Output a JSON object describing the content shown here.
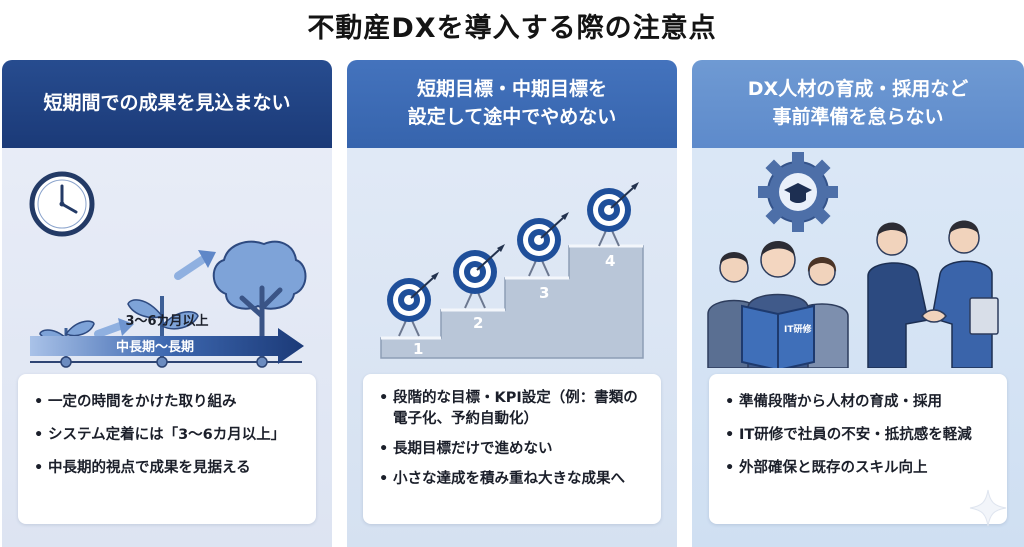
{
  "title": "不動産DXを導入する際の注意点",
  "columns": [
    {
      "heading": "短期間での成果を見込まない",
      "illustration": {
        "timeline_label": "3〜6カ月以上",
        "arrow_label": "中長期〜長期",
        "icons": [
          "clock-icon",
          "sprout-icon",
          "growth-arrow-icon",
          "sapling-icon",
          "tree-icon"
        ]
      },
      "bullets": [
        "一定の時間をかけた取り組み",
        "システム定着には「3〜6カ月以上」",
        "中長期的視点で成果を見据える"
      ]
    },
    {
      "heading": "短期目標・中期目標を\n設定して途中でやめない",
      "illustration": {
        "steps": [
          "1",
          "2",
          "3",
          "4"
        ],
        "icons": [
          "target-icon",
          "stairs-icon"
        ]
      },
      "bullets": [
        "段階的な目標・KPI設定（例：書類の電子化、予約自動化）",
        "長期目標だけで進めない",
        "小さな達成を積み重ね大きな成果へ"
      ]
    },
    {
      "heading": "DX人材の育成・採用など\n事前準備を怠らない",
      "illustration": {
        "book_label": "IT研修",
        "icons": [
          "gear-graduation-icon",
          "people-icon",
          "handshake-icon"
        ]
      },
      "bullets": [
        "準備段階から人材の育成・採用",
        "IT研修で社員の不安・抵抗感を軽減",
        "外部確保と既存のスキル向上"
      ]
    }
  ],
  "colors": {
    "header1": "#1b3a78",
    "header2": "#3664ad",
    "header3": "#5d8acb",
    "accent": "#4a72b8"
  }
}
